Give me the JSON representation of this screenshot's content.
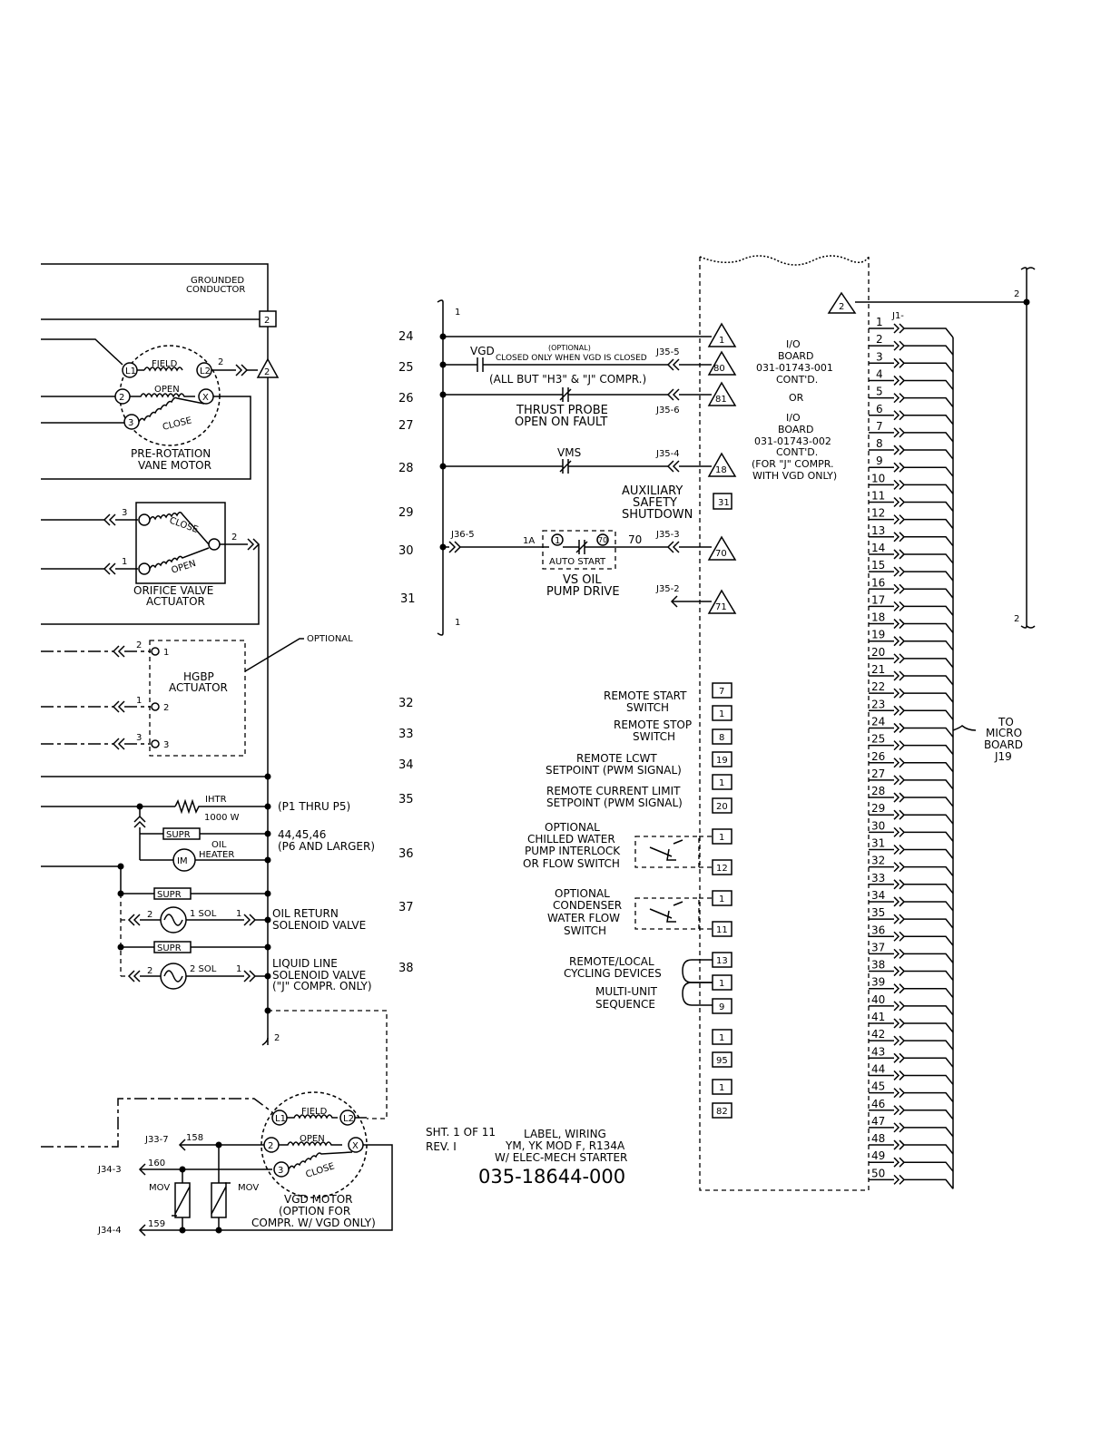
{
  "labels": {
    "grounded_conductor": [
      "GROUNDED",
      "CONDUCTOR"
    ],
    "pre_rotation": [
      "PRE-ROTATION",
      "VANE MOTOR"
    ],
    "field": "FIELD",
    "open": "OPEN",
    "close": "CLOSE",
    "orifice": [
      "ORIFICE VALVE",
      "ACTUATOR"
    ],
    "optional": "OPTIONAL",
    "hgbp": [
      "HGBP",
      "ACTUATOR"
    ],
    "ihtr": "IHTR",
    "w1000": "1000 W",
    "p1p5": "(P1 THRU P5)",
    "p6": [
      "44,45,46",
      "(P6 AND LARGER)"
    ],
    "supr": "SUPR",
    "oil_heater": [
      "OIL",
      "HEATER"
    ],
    "im": "IM",
    "oil_return": [
      "OIL RETURN",
      "SOLENOID VALVE"
    ],
    "liquid_line": [
      "LIQUID LINE",
      "SOLENOID VALVE",
      "(\"J\" COMPR. ONLY)"
    ],
    "sol1": "1 SOL",
    "sol2": "2 SOL",
    "vgd_motor": [
      "VGD MOTOR",
      "(OPTION FOR",
      "COMPR. W/ VGD ONLY)"
    ],
    "mov": "MOV",
    "vgd": "VGD",
    "vgd_note": [
      "(OPTIONAL)",
      "CLOSED ONLY WHEN VGD IS CLOSED"
    ],
    "all_but": "(ALL BUT \"H3\" & \"J\" COMPR.)",
    "thrust": [
      "THRUST PROBE",
      "OPEN ON FAULT"
    ],
    "vms": "VMS",
    "aux": [
      "AUXILIARY",
      "SAFETY",
      "SHUTDOWN"
    ],
    "auto_start": "AUTO START",
    "vs_oil": [
      "VS OIL",
      "PUMP DRIVE"
    ],
    "io_board": [
      "I/O",
      "BOARD",
      "031-01743-001",
      "CONT'D.",
      "OR",
      "I/O",
      "BOARD",
      "031-01743-002",
      "CONT'D.",
      "(FOR \"J\" COMPR.",
      "WITH VGD ONLY)"
    ],
    "remote_start": [
      "REMOTE START",
      "SWITCH"
    ],
    "remote_stop": [
      "REMOTE STOP",
      "SWITCH"
    ],
    "remote_lcwt": [
      "REMOTE LCWT",
      "SETPOINT (PWM SIGNAL)"
    ],
    "remote_current": [
      "REMOTE CURRENT LIMIT",
      "SETPOINT (PWM SIGNAL)"
    ],
    "chilled": [
      "OPTIONAL",
      "CHILLED WATER",
      "PUMP INTERLOCK",
      "OR FLOW SWITCH"
    ],
    "condenser": [
      "OPTIONAL",
      "CONDENSER",
      "WATER FLOW",
      "SWITCH"
    ],
    "remote_local": [
      "REMOTE/LOCAL",
      "CYCLING DEVICES"
    ],
    "multi_unit": [
      "MULTI-UNIT",
      "SEQUENCE"
    ],
    "to_micro": [
      "TO",
      "MICRO",
      "BOARD",
      "J19"
    ],
    "j1": "J1-",
    "sht": "SHT. 1 OF 11",
    "rev": "REV.  I",
    "title": [
      "LABEL, WIRING",
      "YM, YK MOD F, R134A",
      "W/ ELEC-MECH STARTER"
    ],
    "drawing_no": "035-18644-000"
  },
  "connectors": {
    "j35_5": "J35-5",
    "j35_6": "J35-6",
    "j35_4": "J35-4",
    "j35_3": "J35-3",
    "j35_2": "J35-2",
    "j36_5": "J36-5",
    "j33_7": "J33-7",
    "j34_3": "J34-3",
    "j34_4": "J34-4",
    "w1a": "1A",
    "w70": "70",
    "w158": "158",
    "w160": "160",
    "w159": "159"
  },
  "line_numbers": [
    {
      "n": "24"
    },
    {
      "n": "25"
    },
    {
      "n": "26"
    },
    {
      "n": "27"
    },
    {
      "n": "28"
    },
    {
      "n": "29"
    },
    {
      "n": "30"
    },
    {
      "n": "31"
    },
    {
      "n": "32"
    },
    {
      "n": "33"
    },
    {
      "n": "34"
    },
    {
      "n": "35"
    },
    {
      "n": "36"
    },
    {
      "n": "37"
    },
    {
      "n": "38"
    }
  ],
  "terminals_left": [
    "7",
    "1",
    "8",
    "19",
    "1",
    "20",
    "1",
    "12",
    "1",
    "11",
    "13",
    "1",
    "9",
    "1",
    "95",
    "1",
    "82"
  ],
  "triangles": [
    "1",
    "80",
    "81",
    "18",
    "70",
    "71",
    "2",
    "2"
  ],
  "aux_terminal": "31",
  "wire_tags": [
    "1",
    "1",
    "2",
    "2",
    "2",
    "2",
    "3",
    "1",
    "2",
    "1",
    "3",
    "2",
    "1"
  ],
  "pins": [
    "1",
    "2",
    "3",
    "4",
    "5",
    "6",
    "7",
    "8",
    "9",
    "10",
    "11",
    "12",
    "13",
    "14",
    "15",
    "16",
    "17",
    "18",
    "19",
    "20",
    "21",
    "22",
    "23",
    "24",
    "25",
    "26",
    "27",
    "28",
    "29",
    "30",
    "31",
    "32",
    "33",
    "34",
    "35",
    "36",
    "37",
    "38",
    "39",
    "40",
    "41",
    "42",
    "43",
    "44",
    "45",
    "46",
    "47",
    "48",
    "49",
    "50"
  ]
}
